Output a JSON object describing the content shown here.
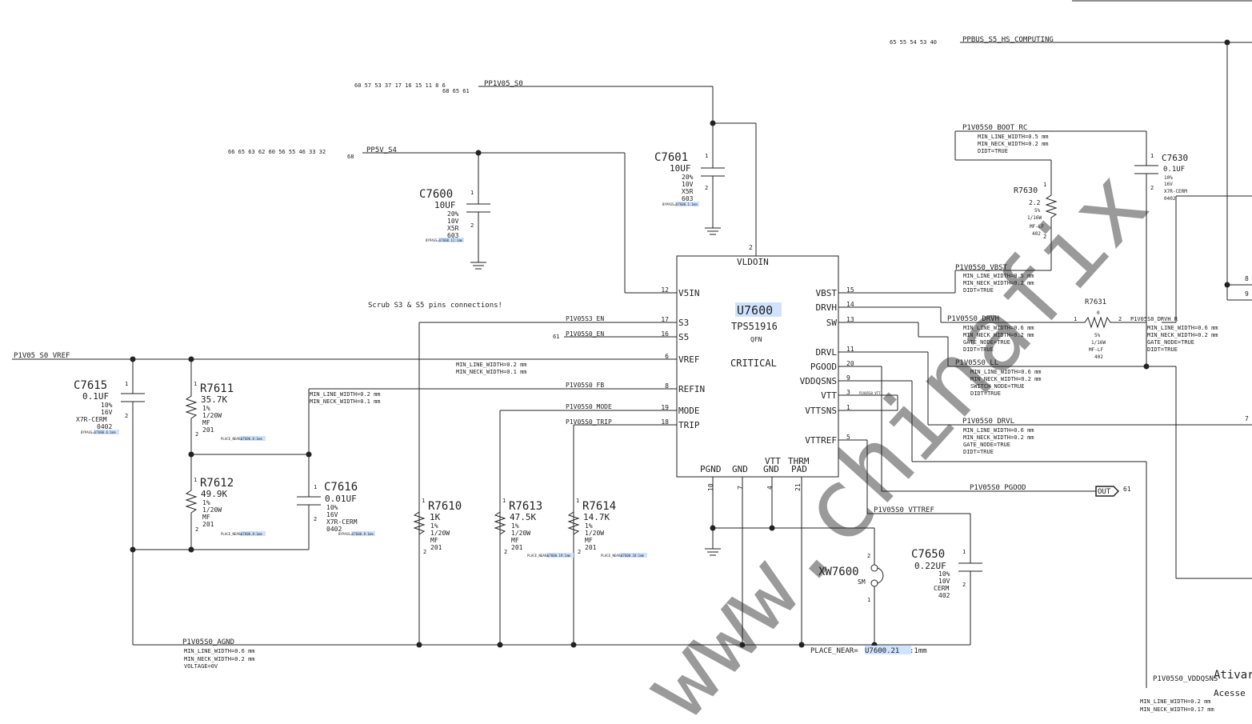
{
  "watermark": "www.chinafix",
  "activation": {
    "line1": "Ativar",
    "line2": "Acesse"
  },
  "note_text": "Scrub S3 & S5 pins connections!",
  "place_near": {
    "prefix": "PLACE_NEAR=",
    "ref": "U7600.21",
    "suffix": ":1mm"
  },
  "nets": {
    "ppbus": {
      "name": "PPBUS_S5_HS_COMPUTING",
      "refs": "65 55 54 53 40"
    },
    "pp1v05": {
      "name": "PP1V05_S0",
      "refs1": "60 57 53 37 17 16 15 11 8 6",
      "refs2": "68 65 61"
    },
    "pp5v": {
      "name": "PP5V_S4",
      "refs1": "66 65 63 62 60 56 55 46 33 32",
      "refs2": "68"
    },
    "vref": {
      "name": "P1V05_S0_VREF"
    },
    "agnd": {
      "name": "P1V05S0_AGND",
      "p1": "MIN_LINE_WIDTH=0.6 mm",
      "p2": "MIN_NECK_WIDTH=0.2 mm",
      "p3": "VOLTAGE=0V"
    },
    "boot_rc": {
      "name": "P1V05S0_BOOT_RC",
      "p1": "MIN_LINE_WIDTH=0.5 mm",
      "p2": "MIN_NECK_WIDTH=0.2 mm",
      "p3": "DIDT=TRUE"
    },
    "vbst": {
      "name": "P1V05S0_VBST",
      "p1": "MIN_LINE_WIDTH=0.5 mm",
      "p2": "MIN_NECK_WIDTH=0.2 mm",
      "p3": "DIDT=TRUE"
    },
    "drvh": {
      "name": "P1V05S0_DRVH",
      "p1": "MIN_LINE_WIDTH=0.6 mm",
      "p2": "MIN_NECK_WIDTH=0.2 mm",
      "p3": "GATE_NODE=TRUE",
      "p4": "DIDT=TRUE"
    },
    "drvh_r": {
      "name": "P1V05S0_DRVH_R",
      "p1": "MIN_LINE_WIDTH=0.6 mm",
      "p2": "MIN_NECK_WIDTH=0.2 mm",
      "p3": "GATE_NODE=TRUE",
      "p4": "DIDT=TRUE"
    },
    "ll": {
      "name": "P1V05S0_LL",
      "p1": "MIN_LINE_WIDTH=0.6 mm",
      "p2": "MIN_NECK_WIDTH=0.2 mm",
      "p3": "SWITCH_NODE=TRUE",
      "p4": "DIDT=TRUE"
    },
    "drvl": {
      "name": "P1V05S0_DRVL",
      "p1": "MIN_LINE_WIDTH=0.6 mm",
      "p2": "MIN_NECK_WIDTH=0.2 mm",
      "p3": "GATE_NODE=TRUE",
      "p4": "DIDT=TRUE"
    },
    "pgood": {
      "name": "P1V05S0_PGOOD",
      "out": "OUT",
      "ref": "61"
    },
    "vttref": {
      "name": "P1V05S0_VTTREF"
    },
    "vddqsns": {
      "name": "P1V05S0_VDDQSNS",
      "p1": "MIN_LINE_WIDTH=0.2 mm",
      "p2": "MIN_NECK_WIDTH=0.17 mm"
    },
    "vtt": {
      "name": "P1V05S0_VTT"
    },
    "s3_en": {
      "name": "P1V05S3_EN"
    },
    "s0_en": {
      "name": "P1V05S0_EN",
      "ref": "61"
    },
    "fb": {
      "name": "P1V05S0_FB"
    },
    "mode": {
      "name": "P1V05S0_MODE"
    },
    "trip": {
      "name": "P1V05S0_TRIP"
    },
    "vref_w": {
      "p1": "MIN_LINE_WIDTH=0.2 mm",
      "p2": "MIN_NECK_WIDTH=0.1 mm"
    },
    "fb_w": {
      "p1": "MIN_LINE_WIDTH=0.2 mm",
      "p2": "MIN_NECK_WIDTH=0.1 mm"
    }
  },
  "ic": {
    "ref": "U7600",
    "part": "TPS51916",
    "pkg": "QFN",
    "crit": "CRITICAL",
    "vldoin": "VLDOIN",
    "vldoin_num": "2",
    "left_pins": [
      {
        "name": "V5IN",
        "num": "12"
      },
      {
        "name": "S3",
        "num": "17"
      },
      {
        "name": "S5",
        "num": "16"
      },
      {
        "name": "VREF",
        "num": "6"
      },
      {
        "name": "REFIN",
        "num": "8"
      },
      {
        "name": "MODE",
        "num": "19"
      },
      {
        "name": "TRIP",
        "num": "18"
      }
    ],
    "right_pins": [
      {
        "name": "VBST",
        "num": "15"
      },
      {
        "name": "DRVH",
        "num": "14"
      },
      {
        "name": "SW",
        "num": "13"
      },
      {
        "name": "DRVL",
        "num": "11"
      },
      {
        "name": "PGOOD",
        "num": "20"
      },
      {
        "name": "VDDQSNS",
        "num": "9"
      },
      {
        "name": "VTT",
        "num": "3"
      },
      {
        "name": "VTTSNS",
        "num": "1"
      },
      {
        "name": "VTTREF",
        "num": "5"
      }
    ],
    "bottom": {
      "pgnd": "PGND",
      "gnd": "GND",
      "vttgnd1": "VTT",
      "vttgnd2": "GND",
      "thrm1": "THRM",
      "thrm2": "PAD",
      "n_pgnd": "10",
      "n_gnd": "7",
      "n_vttgnd": "4",
      "n_thrm": "21"
    }
  },
  "parts": {
    "c7601": {
      "ref": "C7601",
      "val": "10UF",
      "l1": "20%",
      "l2": "10V",
      "l3": "X5R",
      "l4": "603",
      "pl": "BYPASS=",
      "hl": "U7600.1:1mm",
      "p1": "1",
      "p2": "2"
    },
    "c7600": {
      "ref": "C7600",
      "val": "10UF",
      "l1": "20%",
      "l2": "10V",
      "l3": "X5R",
      "l4": "603",
      "pl": "BYPASS=",
      "hl": "U7600.12:1mm",
      "p1": "1",
      "p2": "2"
    },
    "c7615": {
      "ref": "C7615",
      "val": "0.1UF",
      "l1": "10%",
      "l2": "16V",
      "l3": "X7R-CERM",
      "l4": "0402",
      "pl": "BYPASS=",
      "hl": "U7600.6:1mm",
      "p1": "1",
      "p2": "2"
    },
    "r7611": {
      "ref": "R7611",
      "val": "35.7K",
      "l1": "1%",
      "l2": "1/20W",
      "l3": "MF",
      "l4": "201",
      "pl": "PLACE_NEAR=",
      "hl": "U7600.8:1mm",
      "p1": "1",
      "p2": "2"
    },
    "r7612": {
      "ref": "R7612",
      "val": "49.9K",
      "l1": "1%",
      "l2": "1/20W",
      "l3": "MF",
      "l4": "201",
      "pl": "PLACE_NEAR=",
      "hl": "U7600.8:1mm",
      "p1": "1",
      "p2": "2"
    },
    "c7616": {
      "ref": "C7616",
      "val": "0.01UF",
      "l1": "10%",
      "l2": "16V",
      "l3": "X7R-CERM",
      "l4": "0402",
      "pl": "BYPASS=",
      "hl": "U7600.8:1mm",
      "p1": "1",
      "p2": "2"
    },
    "r7610": {
      "ref": "R7610",
      "val": "1K",
      "l1": "1%",
      "l2": "1/20W",
      "l3": "MF",
      "l4": "201",
      "p1": "1",
      "p2": "2"
    },
    "r7613": {
      "ref": "R7613",
      "val": "47.5K",
      "l1": "1%",
      "l2": "1/20W",
      "l3": "MF",
      "l4": "201",
      "pl": "PLACE_NEAR=",
      "hl": "U7600.19:1mm",
      "p1": "1",
      "p2": "2"
    },
    "r7614": {
      "ref": "R7614",
      "val": "14.7K",
      "l1": "1%",
      "l2": "1/20W",
      "l3": "MF",
      "l4": "201",
      "pl": "PLACE_NEAR=",
      "hl": "U7600.18:1mm",
      "p1": "1",
      "p2": "2"
    },
    "r7630": {
      "ref": "R7630",
      "val": "2.2",
      "l1": "5%",
      "l2": "1/16W",
      "l3": "MF-LF",
      "l4": "402",
      "p1": "1",
      "p2": "2"
    },
    "c7630": {
      "ref": "C7630",
      "val": "0.1UF",
      "l1": "10%",
      "l2": "16V",
      "l3": "X7R-CERM",
      "l4": "0402",
      "p1": "1",
      "p2": "2"
    },
    "r7631": {
      "ref": "R7631",
      "val": "0",
      "l1": "5%",
      "l2": "1/16W",
      "l3": "MF-LF",
      "l4": "402",
      "p1": "1",
      "p2": "2"
    },
    "c7650": {
      "ref": "C7650",
      "val": "0.22UF",
      "l1": "10%",
      "l2": "10V",
      "l3": "CERM",
      "l4": "402",
      "p1": "1",
      "p2": "2"
    },
    "xw7600": {
      "ref": "XW7600",
      "val": "SM",
      "p1": "1",
      "p2": "2"
    }
  },
  "edge_pins": {
    "a": "8",
    "b": "9",
    "c": "7"
  }
}
